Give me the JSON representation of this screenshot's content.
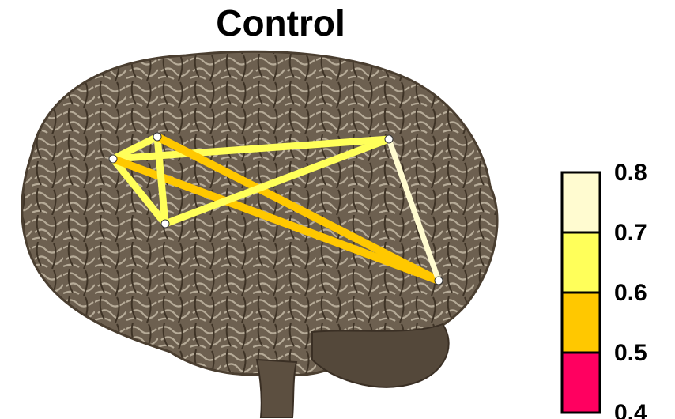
{
  "title": "Control",
  "network": {
    "nodes": [
      {
        "id": "n1"
      },
      {
        "id": "n2"
      },
      {
        "id": "n3"
      },
      {
        "id": "n4"
      },
      {
        "id": "n5"
      }
    ],
    "edges": [
      {
        "from": "n1",
        "to": "n2",
        "value": 0.65
      },
      {
        "from": "n1",
        "to": "n3",
        "value": 0.65
      },
      {
        "from": "n1",
        "to": "n4",
        "value": 0.65
      },
      {
        "from": "n1",
        "to": "n5",
        "value": 0.55
      },
      {
        "from": "n2",
        "to": "n3",
        "value": 0.65
      },
      {
        "from": "n2",
        "to": "n5",
        "value": 0.55
      },
      {
        "from": "n3",
        "to": "n4",
        "value": 0.65
      },
      {
        "from": "n4",
        "to": "n5",
        "value": 0.75
      }
    ]
  },
  "colorbar": {
    "ticks": [
      "0.8",
      "0.7",
      "0.6",
      "0.5",
      "0.4"
    ],
    "bins": [
      {
        "min": 0.7,
        "max": 0.8,
        "color": "#fffbd0"
      },
      {
        "min": 0.6,
        "max": 0.7,
        "color": "#ffff5a"
      },
      {
        "min": 0.5,
        "max": 0.6,
        "color": "#ffc800"
      },
      {
        "min": 0.4,
        "max": 0.5,
        "color": "#ff0060"
      }
    ]
  }
}
